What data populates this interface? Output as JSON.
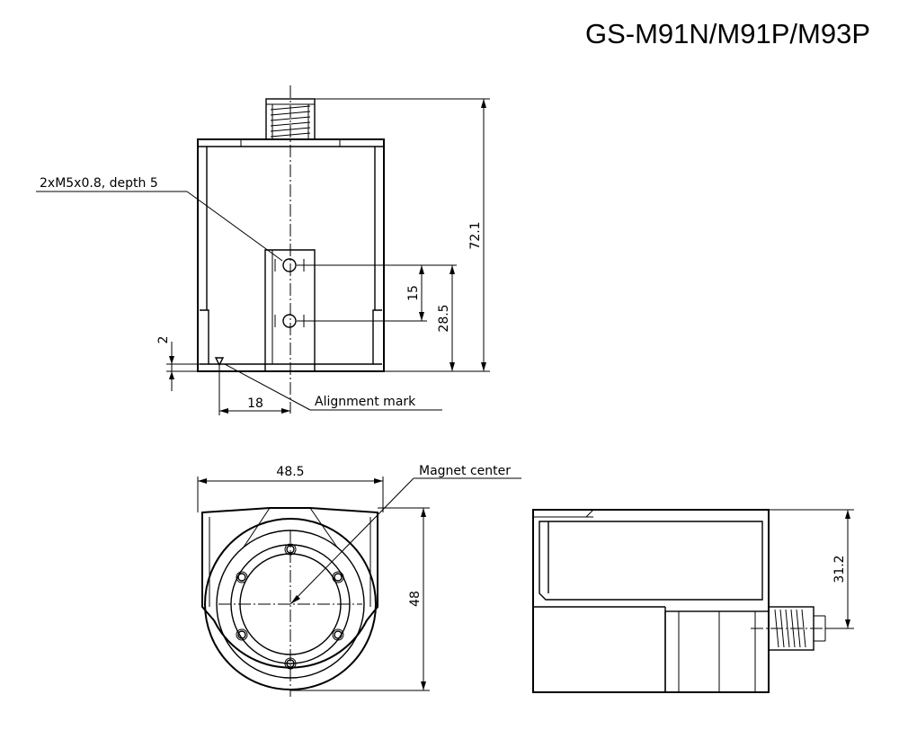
{
  "title": "GS-M91N/M91P/M93P",
  "annotations": {
    "tapped_holes": "2xM5x0.8, depth 5",
    "alignment_mark": "Alignment mark",
    "magnet_center": "Magnet center"
  },
  "dimensions": {
    "overall_height": "72.1",
    "hole_pitch": "15",
    "hole_height": "28.5",
    "mark_offset": "2",
    "mark_distance": "18",
    "width": "48.5",
    "body_height": "48",
    "side_height": "31.2"
  }
}
